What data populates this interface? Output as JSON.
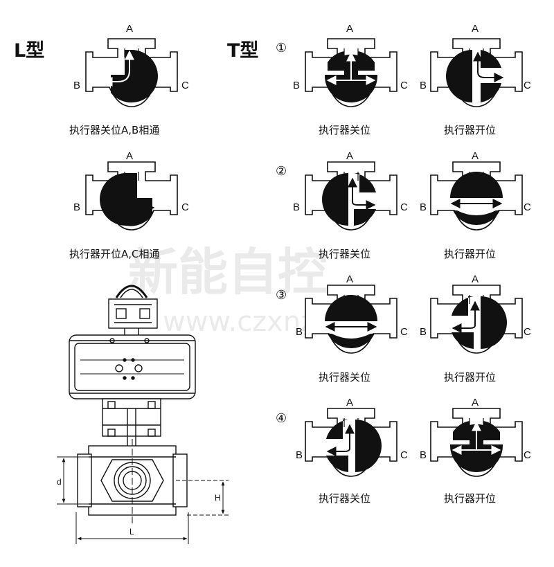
{
  "headings": {
    "l_type": "L型",
    "t_type": "T型"
  },
  "ports": {
    "a": "A",
    "b": "B",
    "c": "C"
  },
  "captions": {
    "l_closed": "执行器关位A,B相通",
    "l_open": "执行器开位A,C相通",
    "closed": "执行器关位",
    "open": "执行器开位"
  },
  "modes": [
    "①",
    "②",
    "③",
    "④"
  ],
  "dimensions": {
    "d": "d",
    "h": "H",
    "l": "L"
  },
  "watermark": {
    "brand": "新能自控",
    "url": "www.czxnzk.com"
  }
}
